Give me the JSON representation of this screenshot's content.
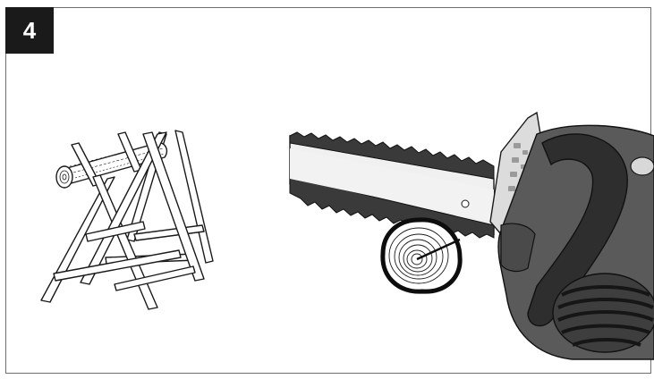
{
  "figure": {
    "step_number": "4",
    "badge_color": "#1a1a1a",
    "frame_color": "#6e6e6e",
    "illustrations": [
      "sawhorse-with-log",
      "chainsaw-cutting-log",
      "log-cross-section"
    ]
  }
}
